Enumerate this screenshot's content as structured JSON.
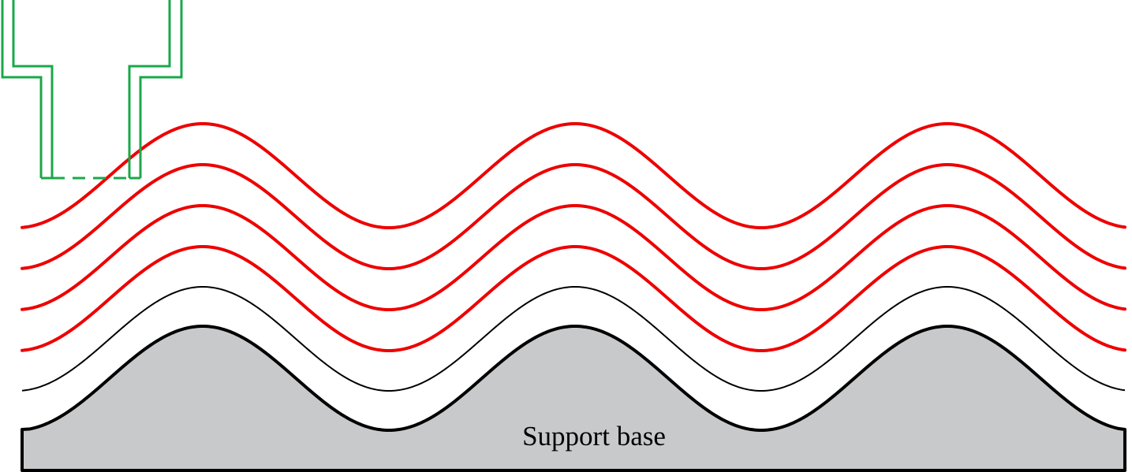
{
  "diagram": {
    "base_label": "Support base",
    "layer_count_red": 4,
    "layer_count_black": 1,
    "periods": 3,
    "colors": {
      "background": "#ffffff",
      "base_fill": "#c8c9cb",
      "base_stroke": "#000000",
      "deposited_layer": "#ee0000",
      "first_layer": "#000000",
      "nozzle": "#1aa84a"
    }
  }
}
